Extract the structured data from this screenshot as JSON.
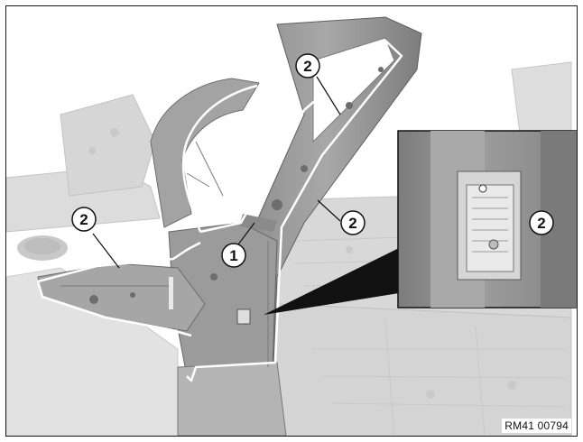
{
  "callouts": {
    "c1": "1",
    "c2a": "2",
    "c2b": "2",
    "c2c": "2",
    "c2d": "2"
  },
  "reference_code": "RM41 00794",
  "colors": {
    "background_body": "#d9d9d9",
    "pillar_metal": "#9a9a9a",
    "outline_white": "#ffffff",
    "inset_panel": "#8f8f8f"
  },
  "icons": {
    "callout_shape": "circle-numbered-icon"
  }
}
